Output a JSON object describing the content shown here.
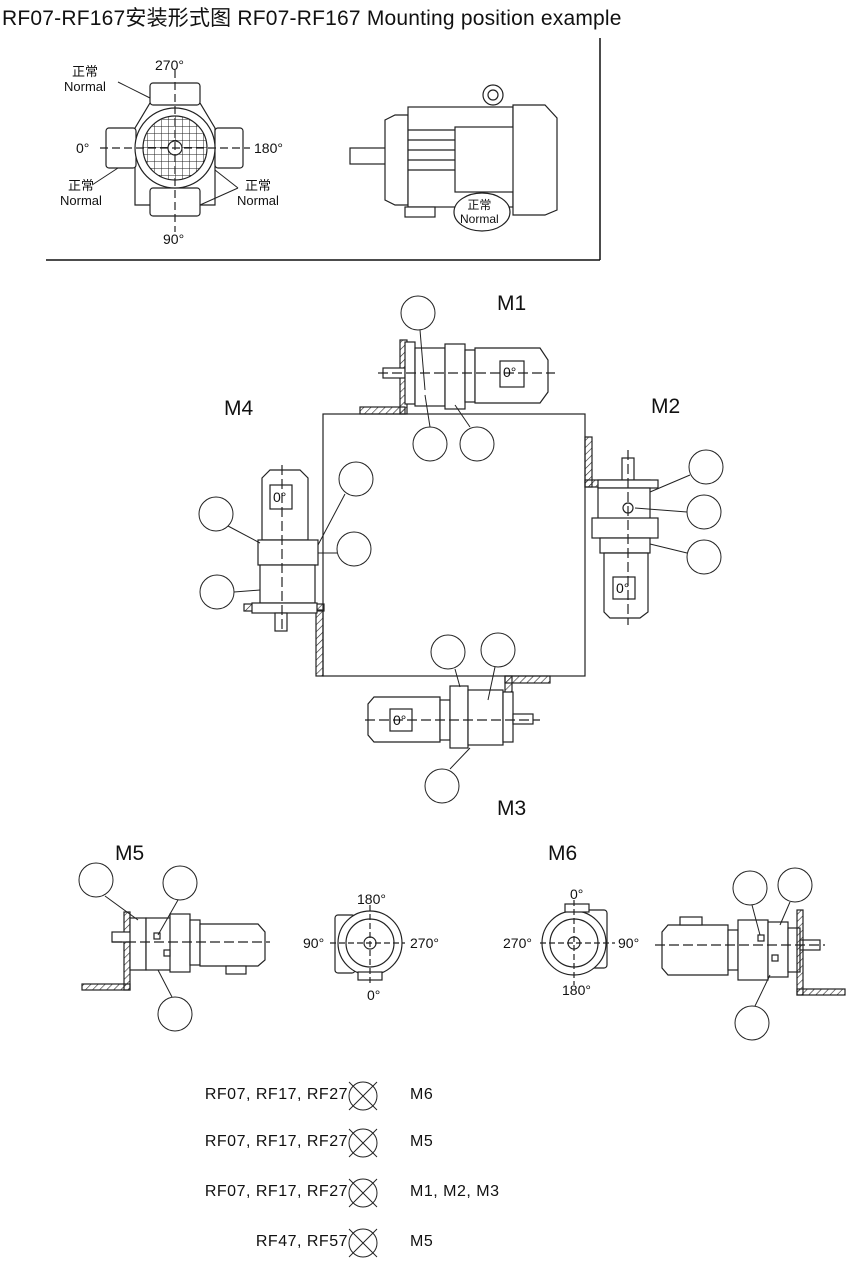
{
  "title": "RF07-RF167安装形式图  RF07-RF167  Mounting position example",
  "terminal_box_view": {
    "angles": {
      "top": "270°",
      "left": "0°",
      "right": "180°",
      "bottom": "90°"
    },
    "normal_labels": [
      {
        "cn": "正常",
        "en": "Normal"
      },
      {
        "cn": "正常",
        "en": "Normal"
      },
      {
        "cn": "正常",
        "en": "Normal"
      }
    ]
  },
  "motor_side_view": {
    "normal_label": {
      "cn": "正常",
      "en": "Normal"
    }
  },
  "mounting_positions": {
    "M1": {
      "label": "M1",
      "box_angle": "0°"
    },
    "M2": {
      "label": "M2",
      "box_angle": "0°"
    },
    "M3": {
      "label": "M3",
      "box_angle": "0°"
    },
    "M4": {
      "label": "M4",
      "box_angle": "0°"
    },
    "M5": {
      "label": "M5",
      "angles": {
        "top": "180°",
        "left": "90°",
        "right": "270°",
        "bottom": "0°"
      }
    },
    "M6": {
      "label": "M6",
      "angles": {
        "top": "0°",
        "left": "270°",
        "right": "90°",
        "bottom": "180°"
      }
    }
  },
  "restrictions": [
    {
      "models": "RF07, RF17, RF27",
      "symbol": "vent-top-crossed",
      "positions": "M6"
    },
    {
      "models": "RF07, RF17, RF27",
      "symbol": "drain-bottom-crossed",
      "positions": "M5"
    },
    {
      "models": "RF07, RF17, RF27",
      "symbol": "side-plug-crossed",
      "positions": "M1, M2, M3"
    },
    {
      "models": "RF47, RF57",
      "symbol": "side-plug-crossed",
      "positions": "M5"
    }
  ]
}
